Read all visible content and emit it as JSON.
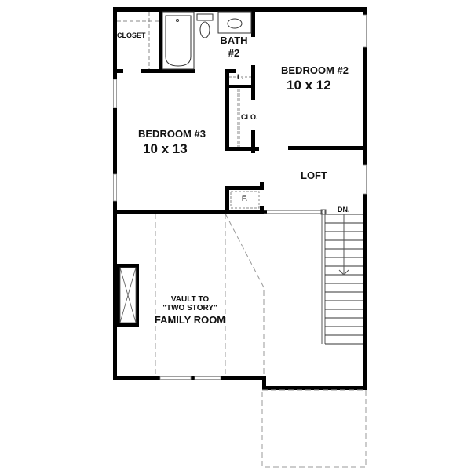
{
  "plan": {
    "type": "second-floor-plan",
    "colors": {
      "wall": "#000000",
      "fixture": "#555555",
      "dashed": "#999999",
      "background": "#ffffff"
    }
  },
  "rooms": {
    "closet": {
      "label": "CLOSET"
    },
    "bath2": {
      "label_line1": "BATH",
      "label_line2": "#2"
    },
    "linen": {
      "label": "L."
    },
    "bedroom2": {
      "label": "BEDROOM #2",
      "size": "10 x 12"
    },
    "clo": {
      "label": "CLO."
    },
    "bedroom3": {
      "label": "BEDROOM #3",
      "size": "10 x 13"
    },
    "loft": {
      "label": "LOFT"
    },
    "furnace": {
      "label": "F."
    },
    "stairs": {
      "label": "DN.",
      "treads": 15
    },
    "family_room": {
      "label_line1": "VAULT TO",
      "label_line2": "\"TWO STORY\"",
      "label_line3": "FAMILY ROOM"
    }
  }
}
